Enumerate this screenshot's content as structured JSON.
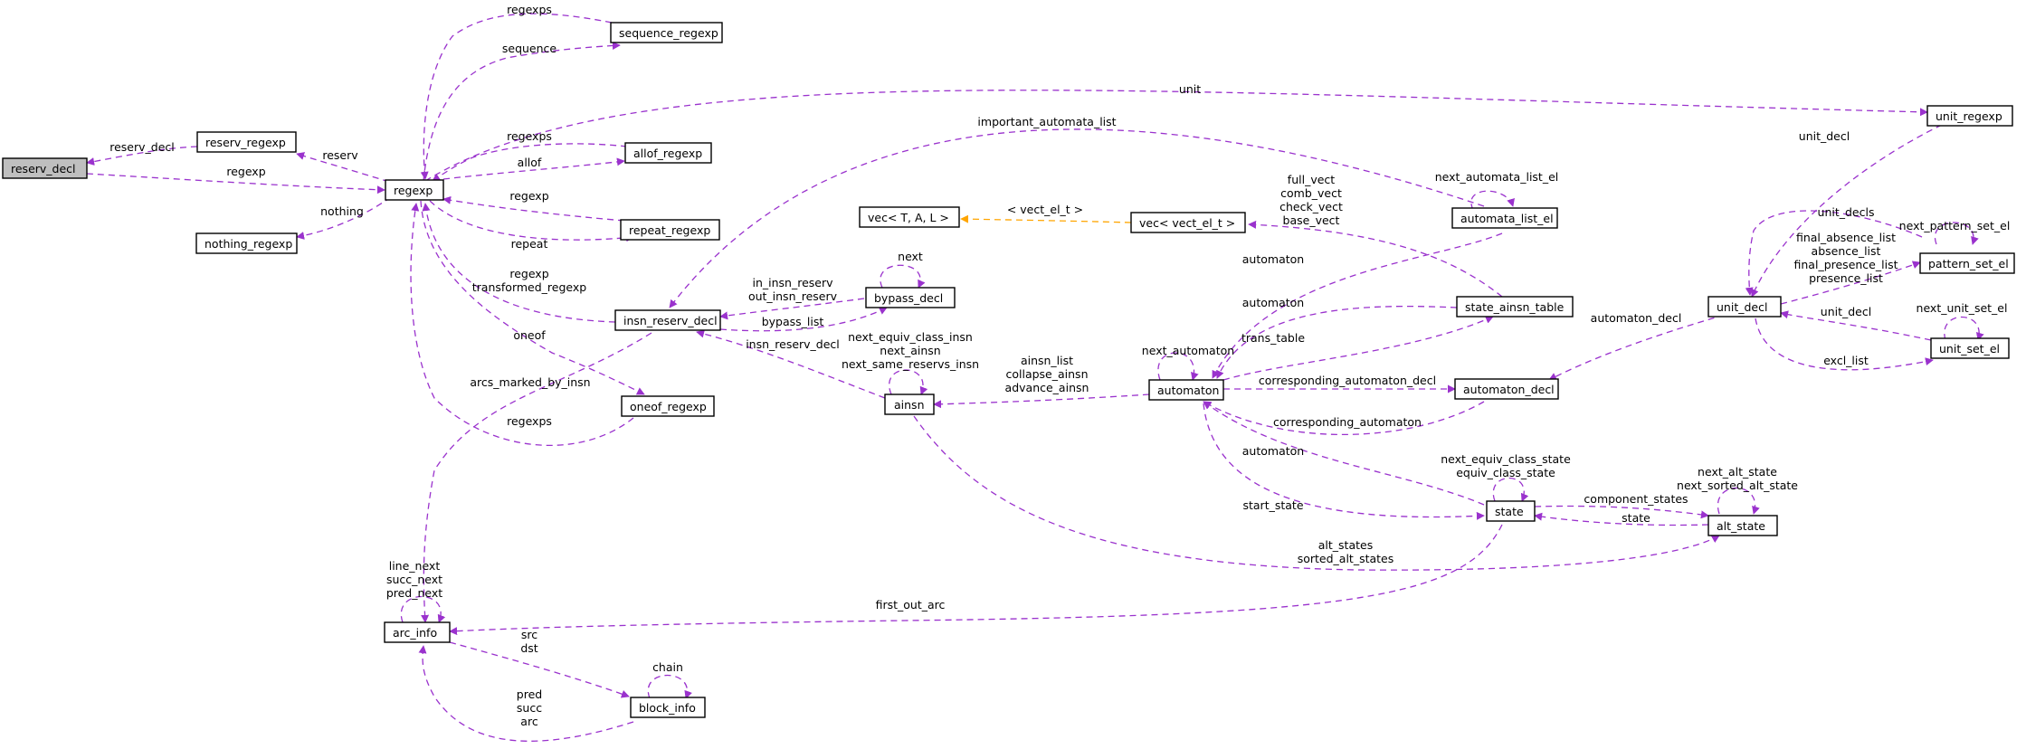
{
  "nodes": {
    "reserv_decl": "reserv_decl",
    "reserv_regexp": "reserv_regexp",
    "regexp": "regexp",
    "nothing_regexp": "nothing_regexp",
    "sequence_regexp": "sequence_regexp",
    "allof_regexp": "allof_regexp",
    "repeat_regexp": "repeat_regexp",
    "oneof_regexp": "oneof_regexp",
    "unit_regexp": "unit_regexp",
    "vec_tal": "vec< T, A, L >",
    "vec_vect_el": "vec< vect_el_t >",
    "insn_reserv_decl": "insn_reserv_decl",
    "bypass_decl": "bypass_decl",
    "ainsn": "ainsn",
    "automaton": "automaton",
    "automata_list_el": "automata_list_el",
    "state_ainsn_table": "state_ainsn_table",
    "automaton_decl": "automaton_decl",
    "state": "state",
    "alt_state": "alt_state",
    "unit_decl": "unit_decl",
    "pattern_set_el": "pattern_set_el",
    "unit_set_el": "unit_set_el",
    "arc_info": "arc_info",
    "block_info": "block_info"
  },
  "edge_labels": {
    "reserv_decl_top": "reserv_decl",
    "regexp_bottom": "regexp",
    "reserv": "reserv",
    "nothing": "nothing",
    "regexps_seq": "regexps",
    "sequence": "sequence",
    "regexps_allof": "regexps",
    "allof": "allof",
    "regexp_repeat": "regexp",
    "repeat": "repeat",
    "regexp_insn": "regexp",
    "transformed_regexp": "transformed_regexp",
    "oneof": "oneof",
    "regexps_oneof": "regexps",
    "unit": "unit",
    "important_automata_list": "important_automata_list",
    "vect_el_t": "< vect_el_t >",
    "full_vect": "full_vect",
    "comb_vect": "comb_vect",
    "check_vect": "check_vect",
    "base_vect": "base_vect",
    "next_automata_list_el": "next_automata_list_el",
    "next": "next",
    "in_insn_reserv": "in_insn_reserv",
    "out_insn_reserv": "out_insn_reserv",
    "bypass_list": "bypass_list",
    "insn_reserv_decl_lbl": "insn_reserv_decl",
    "next_equiv_class_insn": "next_equiv_class_insn",
    "next_ainsn": "next_ainsn",
    "next_same_reservs_insn": "next_same_reservs_insn",
    "arcs_marked_by_insn": "arcs_marked_by_insn",
    "automaton_al": "automaton",
    "automaton_sat": "automaton",
    "trans_table": "trans_table",
    "next_automaton": "next_automaton",
    "ainsn_list": "ainsn_list",
    "collapse_ainsn": "collapse_ainsn",
    "advance_ainsn": "advance_ainsn",
    "corresponding_automaton_decl": "corresponding_automaton_decl",
    "corresponding_automaton": "corresponding_automaton",
    "automaton_state": "automaton",
    "start_state": "start_state",
    "next_equiv_class_state": "next_equiv_class_state",
    "equiv_class_state": "equiv_class_state",
    "component_states": "component_states",
    "state_lbl": "state",
    "next_alt_state": "next_alt_state",
    "next_sorted_alt_state": "next_sorted_alt_state",
    "alt_states": "alt_states",
    "sorted_alt_states": "sorted_alt_states",
    "first_out_arc": "first_out_arc",
    "automaton_decl_lbl": "automaton_decl",
    "unit_decl_top": "unit_decl",
    "unit_decls": "unit_decls",
    "next_pattern_set_el": "next_pattern_set_el",
    "final_absence_list": "final_absence_list",
    "absence_list": "absence_list",
    "final_presence_list": "final_presence_list",
    "presence_list": "presence_list",
    "unit_decl_unitset": "unit_decl",
    "next_unit_set_el": "next_unit_set_el",
    "excl_list": "excl_list",
    "line_next": "line_next",
    "succ_next": "succ_next",
    "pred_next": "pred_next",
    "src": "src",
    "dst": "dst",
    "chain": "chain",
    "pred": "pred",
    "succ": "succ",
    "arc": "arc"
  },
  "colors": {
    "edge": "#9a32cd",
    "template_edge": "#ffa500",
    "root_fill": "#bfbfbf",
    "node_fill": "#ffffff",
    "node_border": "#000000"
  }
}
